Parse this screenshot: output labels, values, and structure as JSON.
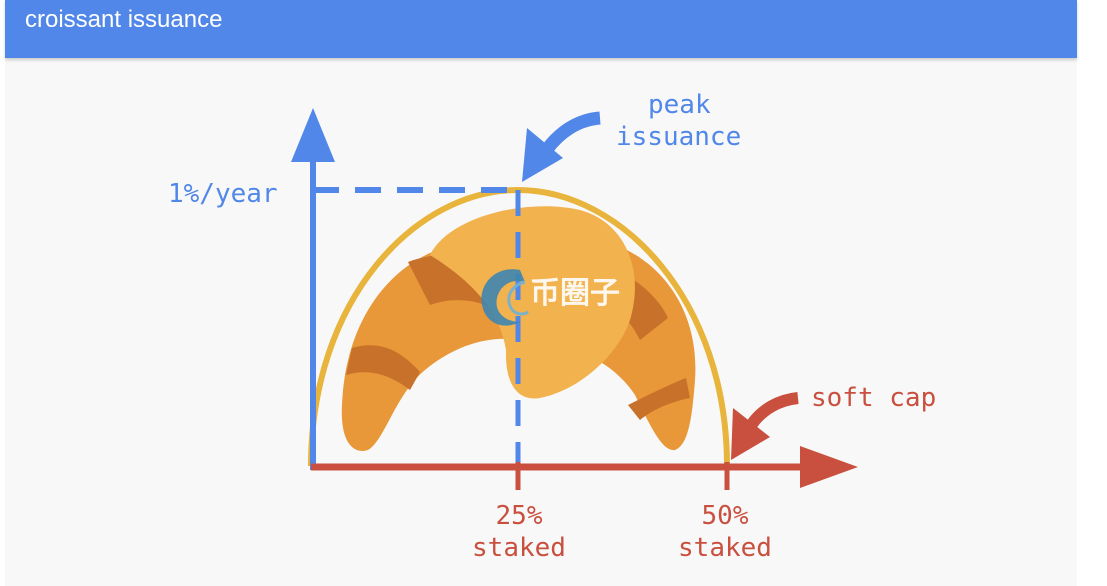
{
  "header": {
    "title": "croissant issuance"
  },
  "diagram": {
    "y_axis_label": "1%/year",
    "peak_label_line1": "peak",
    "peak_label_line2": "issuance",
    "soft_cap_label": "soft cap",
    "tick_25_value": "25%",
    "tick_25_unit": "staked",
    "tick_50_value": "50%",
    "tick_50_unit": "staked",
    "watermark_text": "币圈子"
  },
  "colors": {
    "header": "#5187e8",
    "axis_blue": "#5187e8",
    "axis_red": "#c9503f",
    "curve": "#e8b43c",
    "croissant_body": "#e89838",
    "croissant_center": "#f2b24e",
    "croissant_fold": "#c8712a"
  }
}
